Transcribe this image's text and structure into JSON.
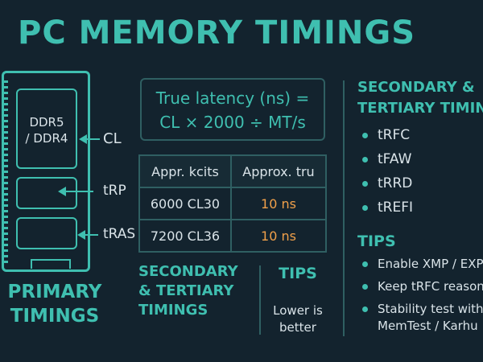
{
  "title": "PC MEMORY TIMINGS",
  "colors": {
    "background": "#13232e",
    "accent": "#3fbfb0",
    "highlight": "#f0a04a",
    "text": "#dfe7ec"
  },
  "module": {
    "chip_label_line1": "DDR5",
    "chip_label_line2": "/ DDR4",
    "cl_label": "CL",
    "trp_label": "tRP",
    "tras_label": "tRAS",
    "caption": "PRIMARY TIMINGS"
  },
  "formula": {
    "line1": "True latency (ns) =",
    "line2": "CL × 2000 ÷ MT/s"
  },
  "kit_table": {
    "headers": [
      "Appr. kcits",
      "Approx. tru"
    ],
    "rows": [
      [
        "6000 CL30",
        "10 ns"
      ],
      [
        "7200 CL36",
        "10 ns"
      ]
    ]
  },
  "bottom": {
    "secondary_heading": "SECONDARY & TERTIARY TIMINGS",
    "tips_heading": "TIPS",
    "tips_note": "Lower is better"
  },
  "right_panel": {
    "secondary_heading_line1": "SECONDARY &",
    "secondary_heading_line2": "TERTIARY TIMING",
    "timings": [
      "tRFC",
      "tFAW",
      "tRRD",
      "tREFI"
    ],
    "tips_heading": "TIPS",
    "tips": [
      {
        "line1": "Enable XMP / EXP",
        "line2": ""
      },
      {
        "line1": "Keep tRFC reason",
        "line2": ""
      },
      {
        "line1": "Stability test with",
        "line2": "MemTest / Karhu"
      }
    ]
  }
}
